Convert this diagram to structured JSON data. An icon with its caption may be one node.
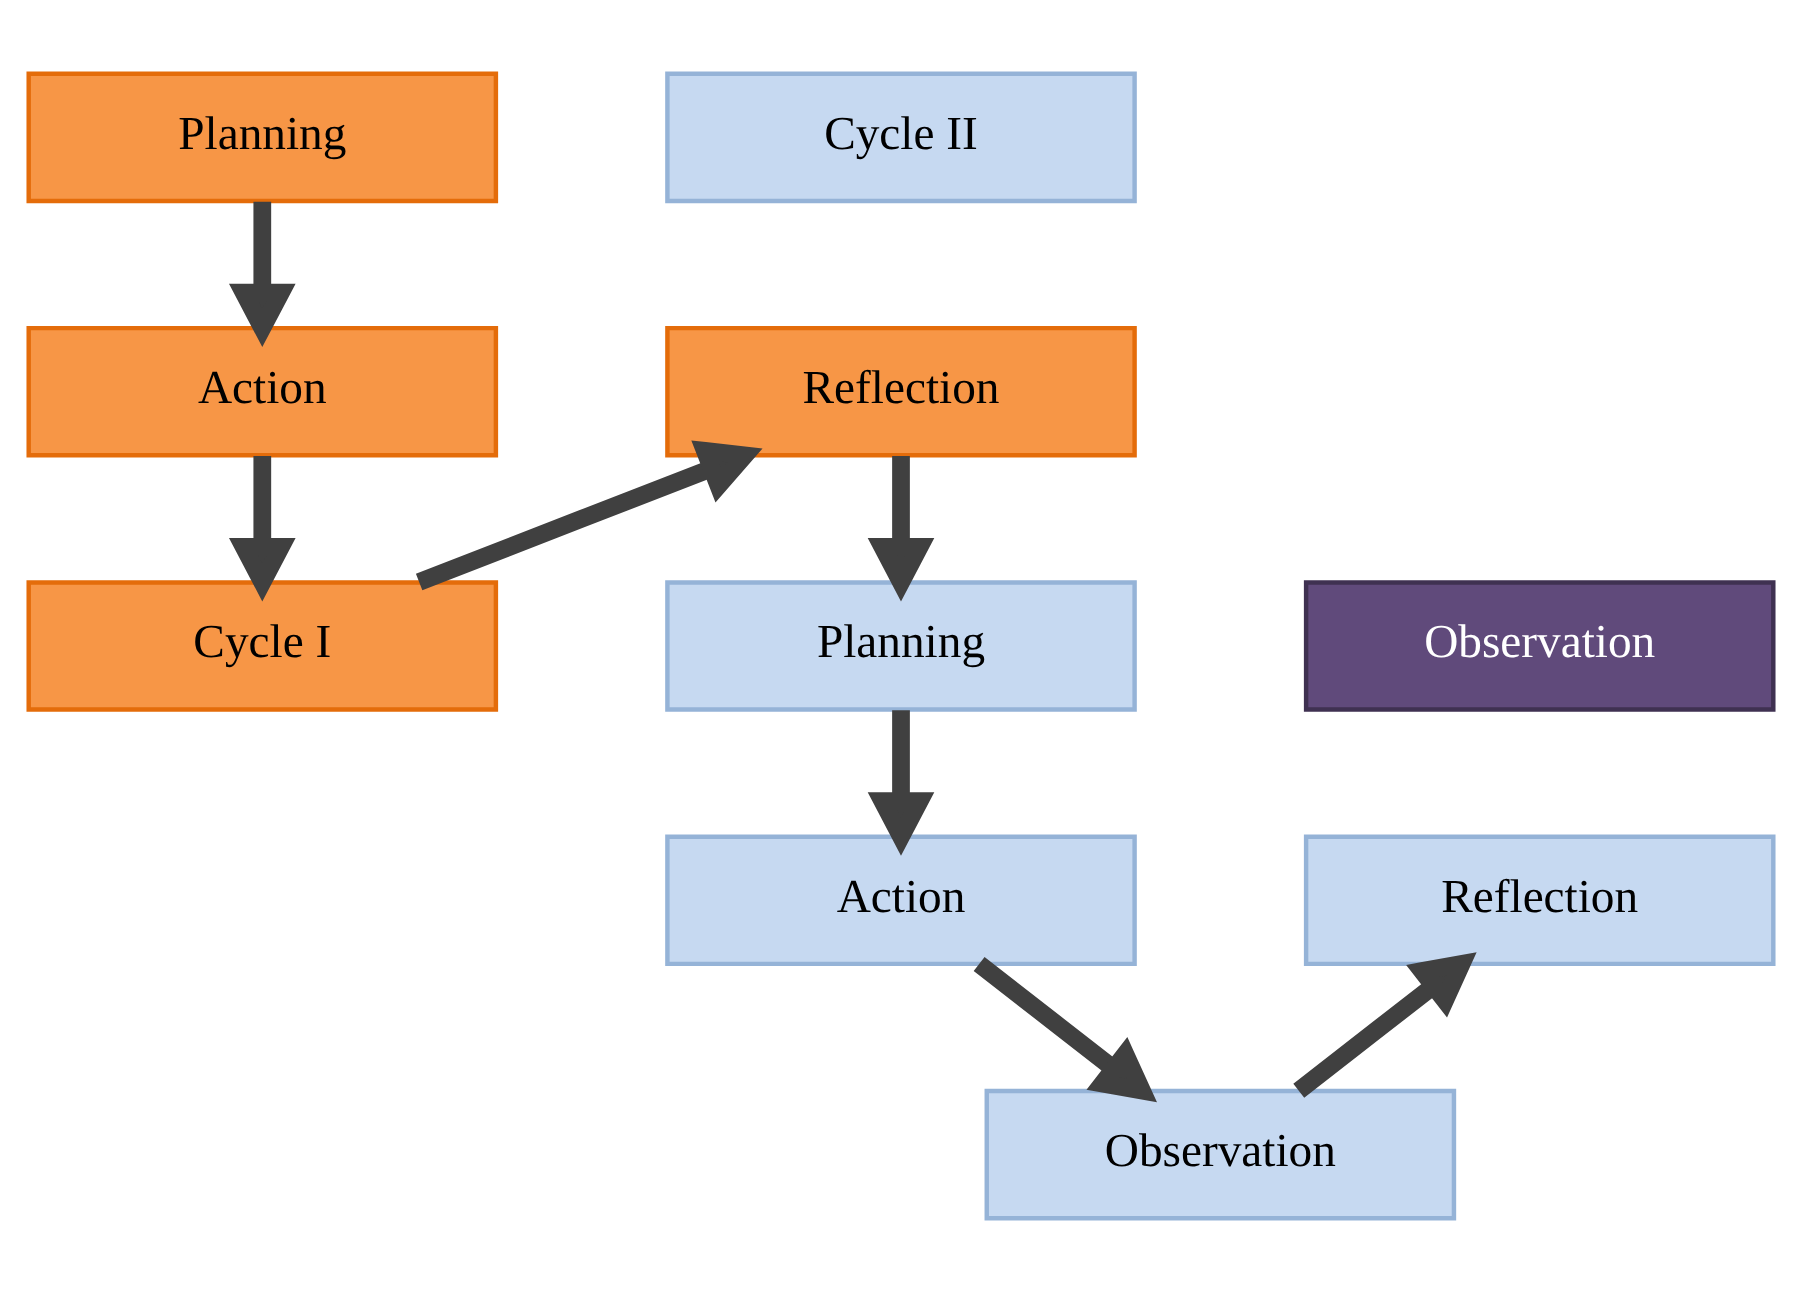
{
  "diagram": {
    "nodes": [
      {
        "text": [
          "Planning"
        ]
      },
      {
        "text": [
          "Reflection"
        ]
      },
      {
        "text": [
          "Action"
        ]
      },
      {
        "text": [
          "Cycle I"
        ]
      },
      {
        "text": [
          "Observation"
        ]
      },
      {
        "text": [
          "Planning"
        ]
      },
      {
        "text": [
          "Reflection"
        ]
      },
      {
        "text": [
          "Action"
        ]
      },
      {
        "text": [
          "Cycle II"
        ]
      },
      {
        "text": [
          "Observation"
        ]
      }
    ],
    "edges": [
      {
        "from": 0,
        "to": 2,
        "arrow": "to"
      },
      {
        "from": 2,
        "to": 3,
        "arrow": "to"
      },
      {
        "from": 3,
        "to": 1,
        "arrow": "to"
      },
      {
        "from": 1,
        "to": 5,
        "arrow": "to"
      },
      {
        "from": 5,
        "to": 7,
        "arrow": "to"
      },
      {
        "from": 7,
        "to": 9,
        "arrow": "to"
      },
      {
        "from": 9,
        "to": 6,
        "arrow": "to"
      }
    ]
  }
}
